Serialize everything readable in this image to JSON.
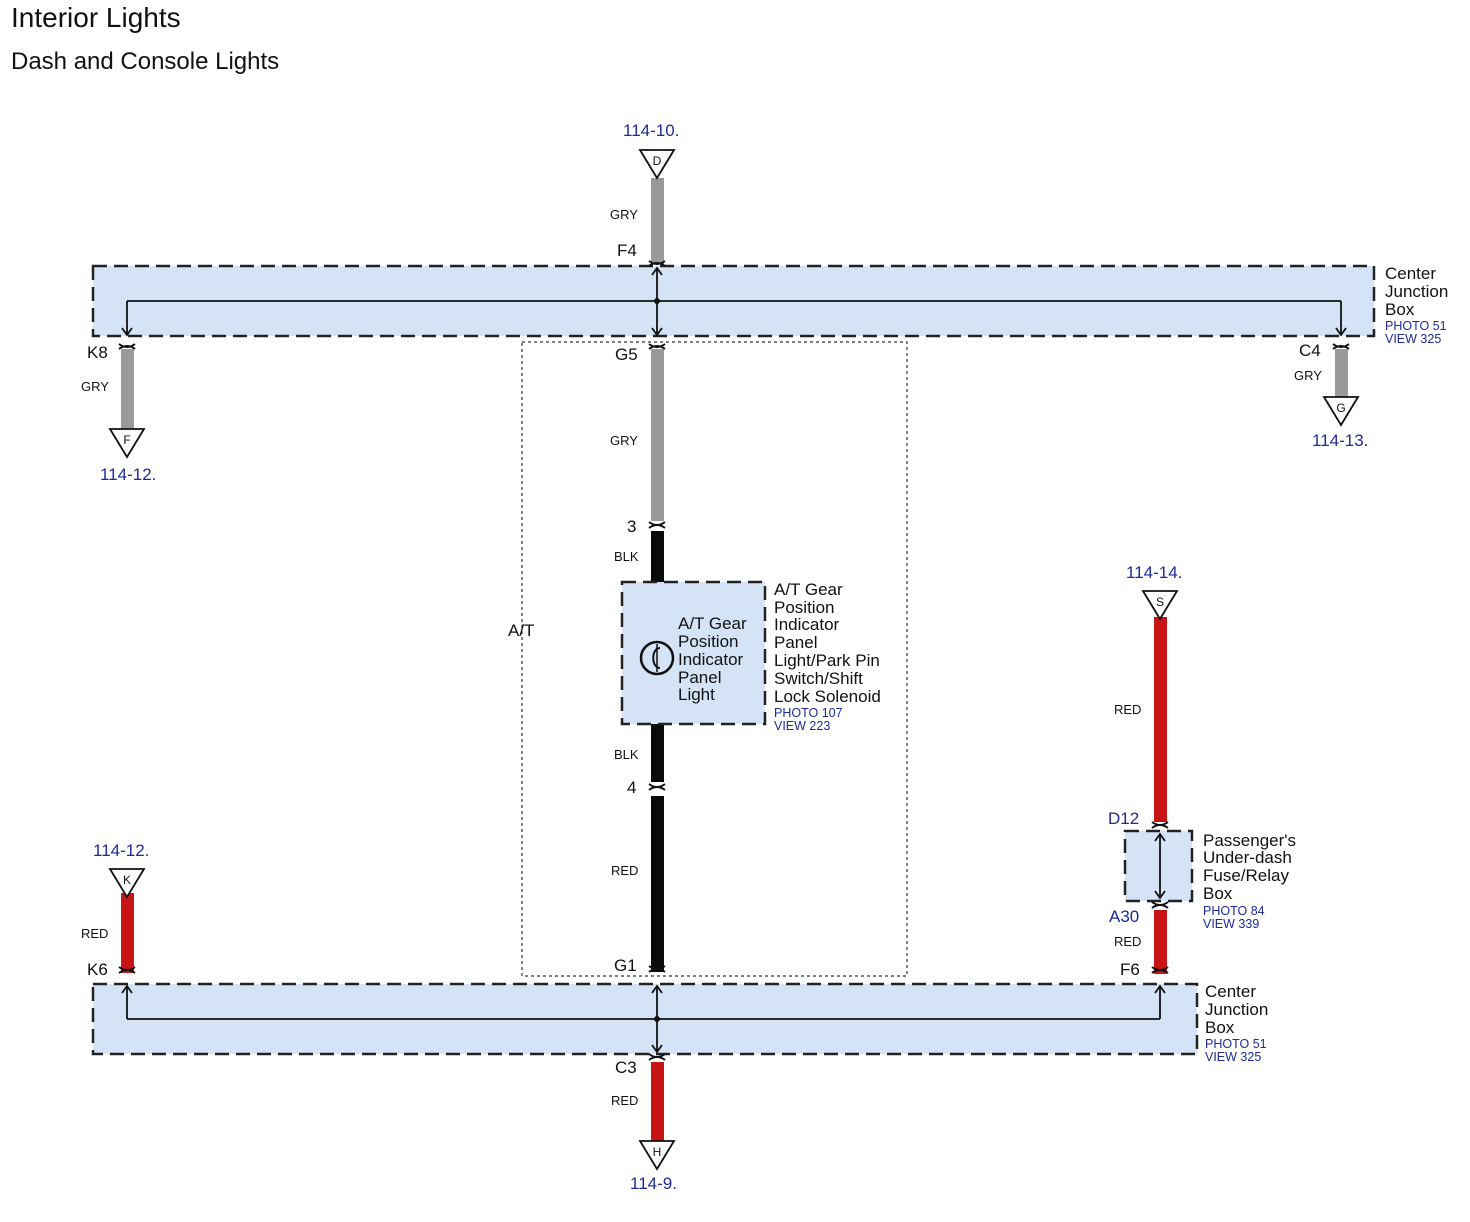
{
  "title": "Interior Lights",
  "subtitle": "Dash and Console Lights",
  "colors": {
    "gry": "#9a9a9a",
    "red": "#c81414",
    "blk": "#0a0a0a",
    "box": "#d4e4f6",
    "ref": "#1f2a9a"
  },
  "refs": {
    "top": "114-10.",
    "left_top": "114-12.",
    "right_top": "114-13.",
    "right_mid": "114-14.",
    "left_bottom": "114-12.",
    "bottom": "114-9."
  },
  "connectors": {
    "d": "D",
    "f": "F",
    "g": "G",
    "s": "S",
    "k": "K",
    "h": "H"
  },
  "pins": {
    "f4": "F4",
    "k8": "K8",
    "c4": "C4",
    "g5": "G5",
    "p3": "3",
    "p4": "4",
    "g1": "G1",
    "k6": "K6",
    "f6": "F6",
    "c3": "C3",
    "d12": "D12",
    "a30": "A30"
  },
  "wires": {
    "top": "GRY",
    "k8": "GRY",
    "c4": "GRY",
    "g5": "GRY",
    "blk_upper": "BLK",
    "blk_lower": "BLK",
    "red_center": "RED",
    "red_right": "RED",
    "red_right_low": "RED",
    "red_left": "RED",
    "red_bottom": "RED"
  },
  "at_label": "A/T",
  "cjb_top": {
    "line1": "Center",
    "line2": "Junction",
    "line3": "Box",
    "photo": "PHOTO 51",
    "view": "VIEW 325"
  },
  "cjb_bottom": {
    "line1": "Center",
    "line2": "Junction",
    "line3": "Box",
    "photo": "PHOTO 51",
    "view": "VIEW 325"
  },
  "indicator_inner": [
    "A/T Gear",
    "Position",
    "Indicator",
    "Panel",
    "Light"
  ],
  "indicator_outer": {
    "lines": [
      "A/T Gear",
      "Position",
      "Indicator",
      "Panel",
      "Light/Park Pin",
      "Switch/Shift",
      "Lock Solenoid"
    ],
    "photo": "PHOTO 107",
    "view": "VIEW 223"
  },
  "pudb": {
    "lines": [
      "Passenger's",
      "Under-dash",
      "Fuse/Relay",
      "Box"
    ],
    "photo": "PHOTO 84",
    "view": "VIEW 339"
  }
}
